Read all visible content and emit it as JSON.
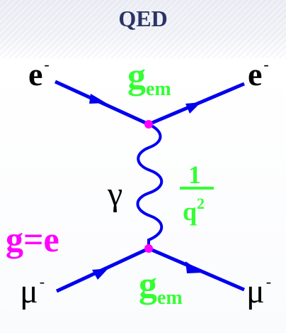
{
  "title": "QED",
  "labels": {
    "e_in": "e",
    "e_out": "e",
    "e_sup": "-",
    "mu_in": "μ",
    "mu_out": "μ",
    "mu_sup": "-",
    "photon": "γ",
    "g_top_main": "g",
    "g_top_sub": "em",
    "g_bot_main": "g",
    "g_bot_sub": "em",
    "propagator_num": "1",
    "propagator_den": "q",
    "propagator_exp": "2",
    "coupling": "g=e"
  },
  "colors": {
    "fermion_line": "#0000ee",
    "photon_line": "#0000ee",
    "vertex": "#ff00ff",
    "coupling_text": "#33ff33",
    "charge_text": "#ff00ff",
    "title_text": "#2a3466"
  }
}
